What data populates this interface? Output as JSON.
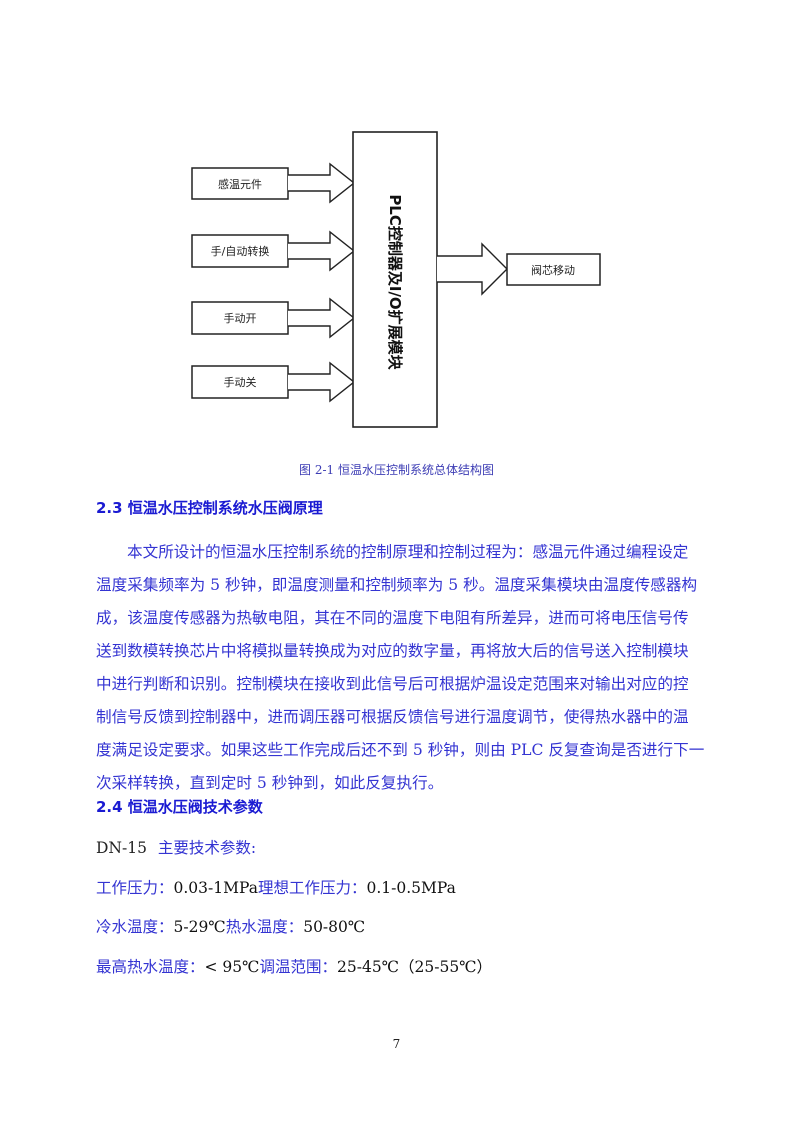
{
  "figure": {
    "inputs": [
      "感温元件",
      "手/自动转换",
      "手动开",
      "手动关"
    ],
    "controller": "PLC控制器及I/O扩展模块",
    "output": "阀芯移动",
    "caption": "图 2-1  恒温水压控制系统总体结构图"
  },
  "section_2_3": {
    "heading": "2.3 恒温水压控制系统水压阀原理",
    "lines": [
      "本文所设计的恒温水压控制系统的控制原理和控制过程为：感温元件通过编程设定",
      "温度采集频率为 5 秒钟，即温度测量和控制频率为 5 秒。温度采集模块由温度传感器构",
      "成，该温度传感器为热敏电阻，其在不同的温度下电阻有所差异，进而可将电压信号传",
      "送到数模转换芯片中将模拟量转换成为对应的数字量，再将放大后的信号送入控制模块",
      "中进行判断和识别。控制模块在接收到此信号后可根据炉温设定范围来对输出对应的控",
      "制信号反馈到控制器中，进而调压器可根据反馈信号进行温度调节，使得热水器中的温",
      "度满足设定要求。如果这些工作完成后还不到 5 秒钟，则由 PLC 反复查询是否进行下一",
      "次采样转换，直到定时 5 秒钟到，如此反复执行。"
    ]
  },
  "section_2_4": {
    "heading": "2.4 恒温水压阀技术参数",
    "model": "DN-15",
    "subtitle": "主要技术参数:",
    "working_pressure_label": "工作压力：",
    "working_pressure_value": "0.03-1MPa",
    "ideal_pressure_label": "理想工作压力：",
    "ideal_pressure_value": "0.1-0.5MPa",
    "cold_water_label": "冷水温度：",
    "cold_water_value": "5-29℃",
    "hot_water_label": "热水温度：",
    "hot_water_value": "50-80℃",
    "max_hot_label": "最高热水温度：",
    "max_hot_value": "< 95℃",
    "range_label": "调温范围：",
    "range_value": "25-45℃（25-55℃）"
  },
  "page_number": "7"
}
